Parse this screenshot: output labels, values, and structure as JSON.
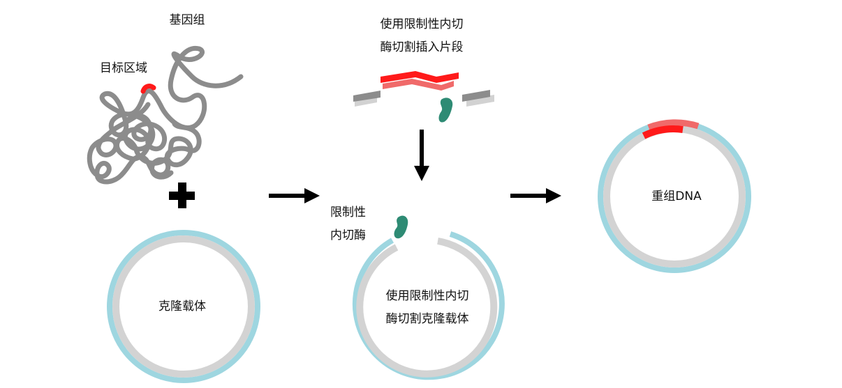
{
  "labels": {
    "genome": "基因组",
    "target_region": "目标区域",
    "cloning_vector": "克隆载体",
    "insert_line1": "使用限制性内切",
    "insert_line2": "酶切割插入片段",
    "enzyme_line1": "限制性",
    "enzyme_line2": "内切酶",
    "vector_cut_line1": "使用限制性内切",
    "vector_cut_line2": "酶切割克隆载体",
    "recombinant": "重组DNA"
  },
  "colors": {
    "dna_gray": "#8c8c8c",
    "dna_light_gray": "#d2d2d2",
    "target_red": "#ff1a1a",
    "red_light": "#f06a6a",
    "enzyme_green": "#2e8b74",
    "vector_blue": "#9ed6e0",
    "vector_gray": "#d3d3d3",
    "arrow_black": "#000000"
  },
  "icons": {
    "plus": "plus-icon",
    "arrow_right": "arrow-right-icon",
    "arrow_down": "arrow-down-icon",
    "enzyme": "enzyme-blob-icon"
  }
}
